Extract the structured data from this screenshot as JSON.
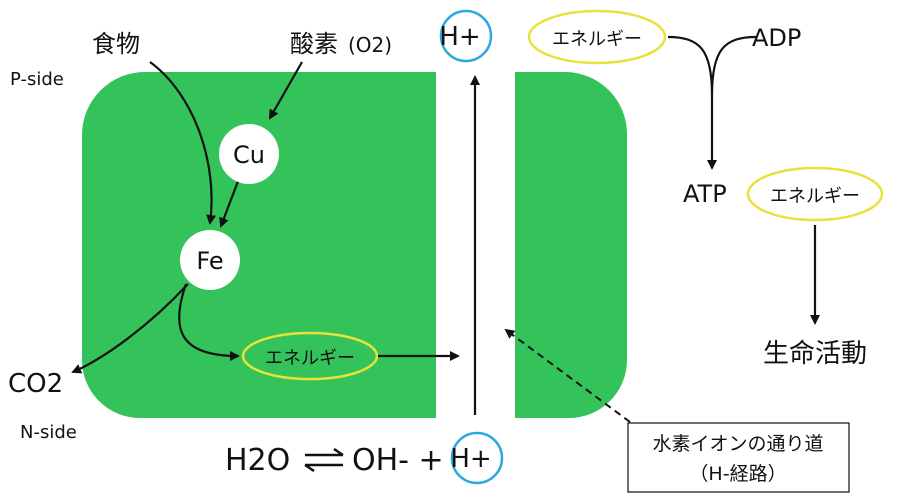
{
  "labels": {
    "p_side": "P-side",
    "n_side": "N-side",
    "food": "食物",
    "oxygen": "酸素",
    "oxygen_formula": "(O2)",
    "cu": "Cu",
    "fe": "Fe",
    "co2": "CO2",
    "energy": "エネルギー",
    "h_plus": "H+",
    "adp": "ADP",
    "atp": "ATP",
    "life_activity": "生命活動",
    "equation_left": "H2O",
    "equation_middle": "OH- +",
    "channel_note_line1": "水素イオンの通り道",
    "channel_note_line2": "（H-経路）"
  },
  "colors": {
    "membrane": "#34c35a",
    "h_plus_ring": "#29a9e0",
    "energy_ring": "#e8e23a",
    "ink": "#111111"
  }
}
